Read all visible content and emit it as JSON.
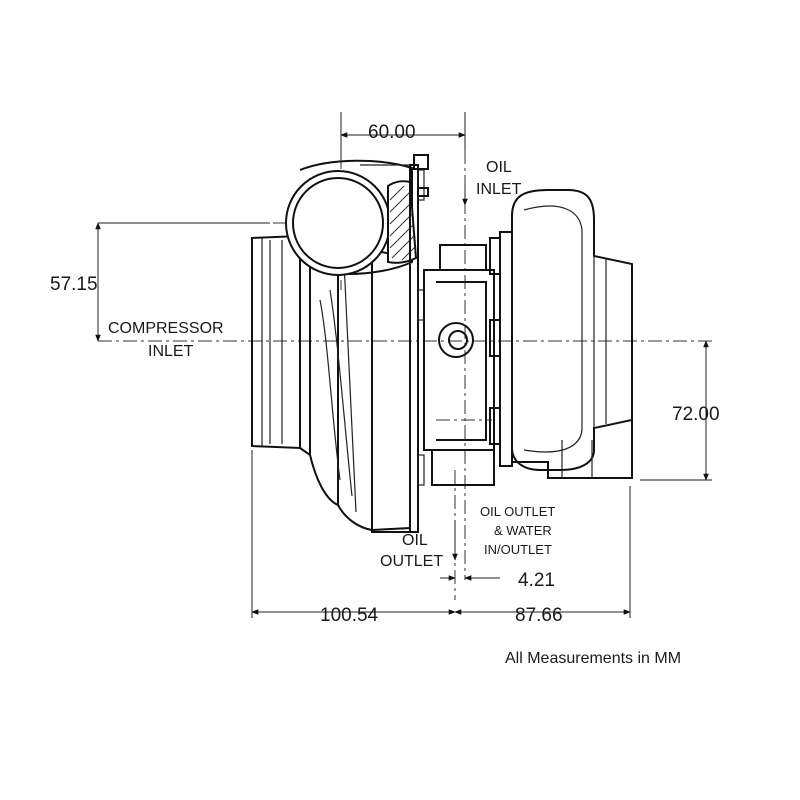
{
  "dimensions": {
    "top_width": "60.00",
    "compressor_inlet_height": "57.15",
    "turbine_height": "72.00",
    "left_length": "100.54",
    "right_length": "87.66",
    "small_offset": "4.21"
  },
  "labels": {
    "oil_inlet_line1": "OIL",
    "oil_inlet_line2": "INLET",
    "compressor_inlet_line1": "COMPRESSOR",
    "compressor_inlet_line2": "INLET",
    "oil_outlet_line1": "OIL",
    "oil_outlet_line2": "OUTLET",
    "oil_water_line1": "OIL OUTLET",
    "oil_water_line2": "& WATER",
    "oil_water_line3": "IN/OUTLET"
  },
  "footnote": "All Measurements in MM"
}
